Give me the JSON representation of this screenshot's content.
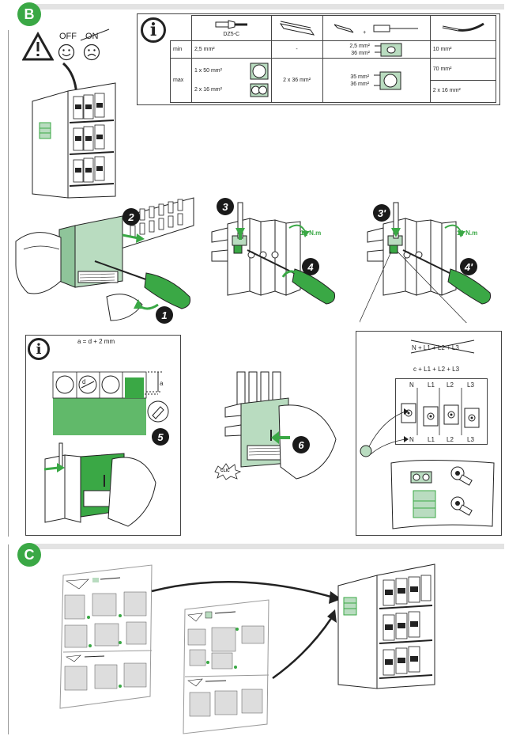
{
  "section_b": {
    "letter": "B"
  },
  "section_c": {
    "letter": "C"
  },
  "warning": {
    "off_label": "OFF",
    "on_label": "ON"
  },
  "spec_table": {
    "col_headers": [
      "DZ5-C",
      "",
      "+",
      ""
    ],
    "rows": {
      "min": {
        "label": "min",
        "c1": "2,5 mm²",
        "c2": "-",
        "c3a": "2,5 mm²",
        "c3b": "36 mm²",
        "c4": "10 mm²"
      },
      "max": {
        "label": "max",
        "c1a": "1 x 50 mm²",
        "c1b": "2 x 16 mm²",
        "c2": "2 x 36 mm²",
        "c3a": "35 mm²",
        "c3b": "36 mm²",
        "c4a": "70 mm²",
        "c4b": "2 x 16 mm²"
      }
    }
  },
  "steps": {
    "s1": "1",
    "s2": "2",
    "s3": "3",
    "s3p": "3'",
    "s4": "4",
    "s4p": "4'",
    "s5": "5",
    "s6": "6"
  },
  "torque": {
    "t1": "10 N.m",
    "t2": "10 N.m"
  },
  "info_box": {
    "formula": "a = d + 2 mm",
    "d_label": "d",
    "a_label": "a"
  },
  "click_label": "CLIC",
  "neutral_box": {
    "crossed": "N + L1 + L2 + L3",
    "correct": "c + L1 + L2 + L3",
    "poles": [
      "N",
      "L1",
      "L2",
      "L3"
    ],
    "bottom_poles": [
      "N",
      "L1",
      "L2",
      "L3"
    ]
  },
  "colors": {
    "accent": "#3aa845",
    "light_green": "#b9dcc0",
    "dark": "#1a1a1a"
  }
}
